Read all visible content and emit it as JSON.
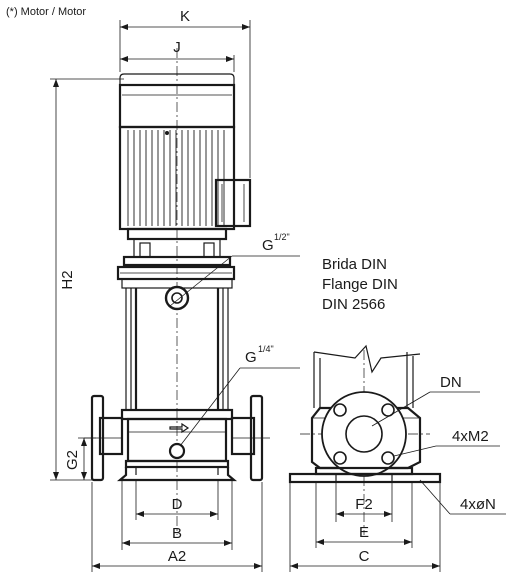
{
  "motor_note": "(*) Motor / Motor",
  "dimensions": {
    "K": "K",
    "J": "J",
    "H2": "H2",
    "G2": "G2",
    "D": "D",
    "B": "B",
    "A2": "A2",
    "F2": "F2",
    "E": "E",
    "C": "C"
  },
  "callouts": {
    "g_half": {
      "base": "G",
      "sup": "1/2\""
    },
    "g_quarter": {
      "base": "G",
      "sup": "1/4\""
    },
    "flange_lines": [
      "Brida DIN",
      "Flange DIN",
      "DIN 2566"
    ],
    "dn": "DN",
    "bolts": "4xM2",
    "holes": "4xøN"
  }
}
